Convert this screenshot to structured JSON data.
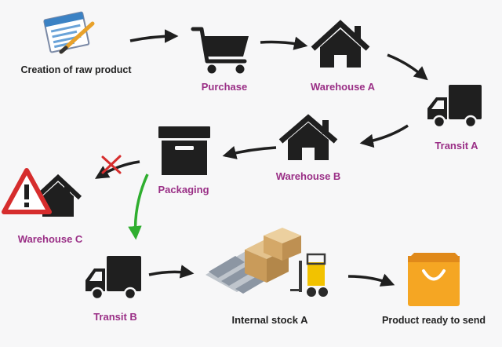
{
  "colors": {
    "label_dark": "#222222",
    "label_purple": "#9a2f86",
    "icon_dark": "#1f1f1f",
    "arrow_dark": "#1f1f1f",
    "arrow_green": "#2fae2f",
    "cross_red": "#d62d2d",
    "warning_red": "#d62d2d",
    "bag_orange": "#f5a623",
    "box_tan": "#d9b47a"
  },
  "nodes": {
    "raw_product": {
      "label": "Creation of raw product",
      "icon": "document-pen-icon"
    },
    "purchase": {
      "label": "Purchase",
      "icon": "shopping-cart-icon"
    },
    "warehouse_a": {
      "label": "Warehouse A",
      "icon": "house-icon"
    },
    "transit_a": {
      "label": "Transit A",
      "icon": "truck-icon"
    },
    "warehouse_b": {
      "label": "Warehouse B",
      "icon": "house-icon"
    },
    "packaging": {
      "label": "Packaging",
      "icon": "box-icon"
    },
    "warehouse_c": {
      "label": "Warehouse C",
      "icon": "warning-house-icon"
    },
    "transit_b": {
      "label": "Transit B",
      "icon": "truck-icon"
    },
    "internal_stock_a": {
      "label": "Internal stock A",
      "icon": "warehouse-forklift-icon"
    },
    "product_ready": {
      "label": "Product ready to send",
      "icon": "shopping-bag-icon"
    }
  }
}
